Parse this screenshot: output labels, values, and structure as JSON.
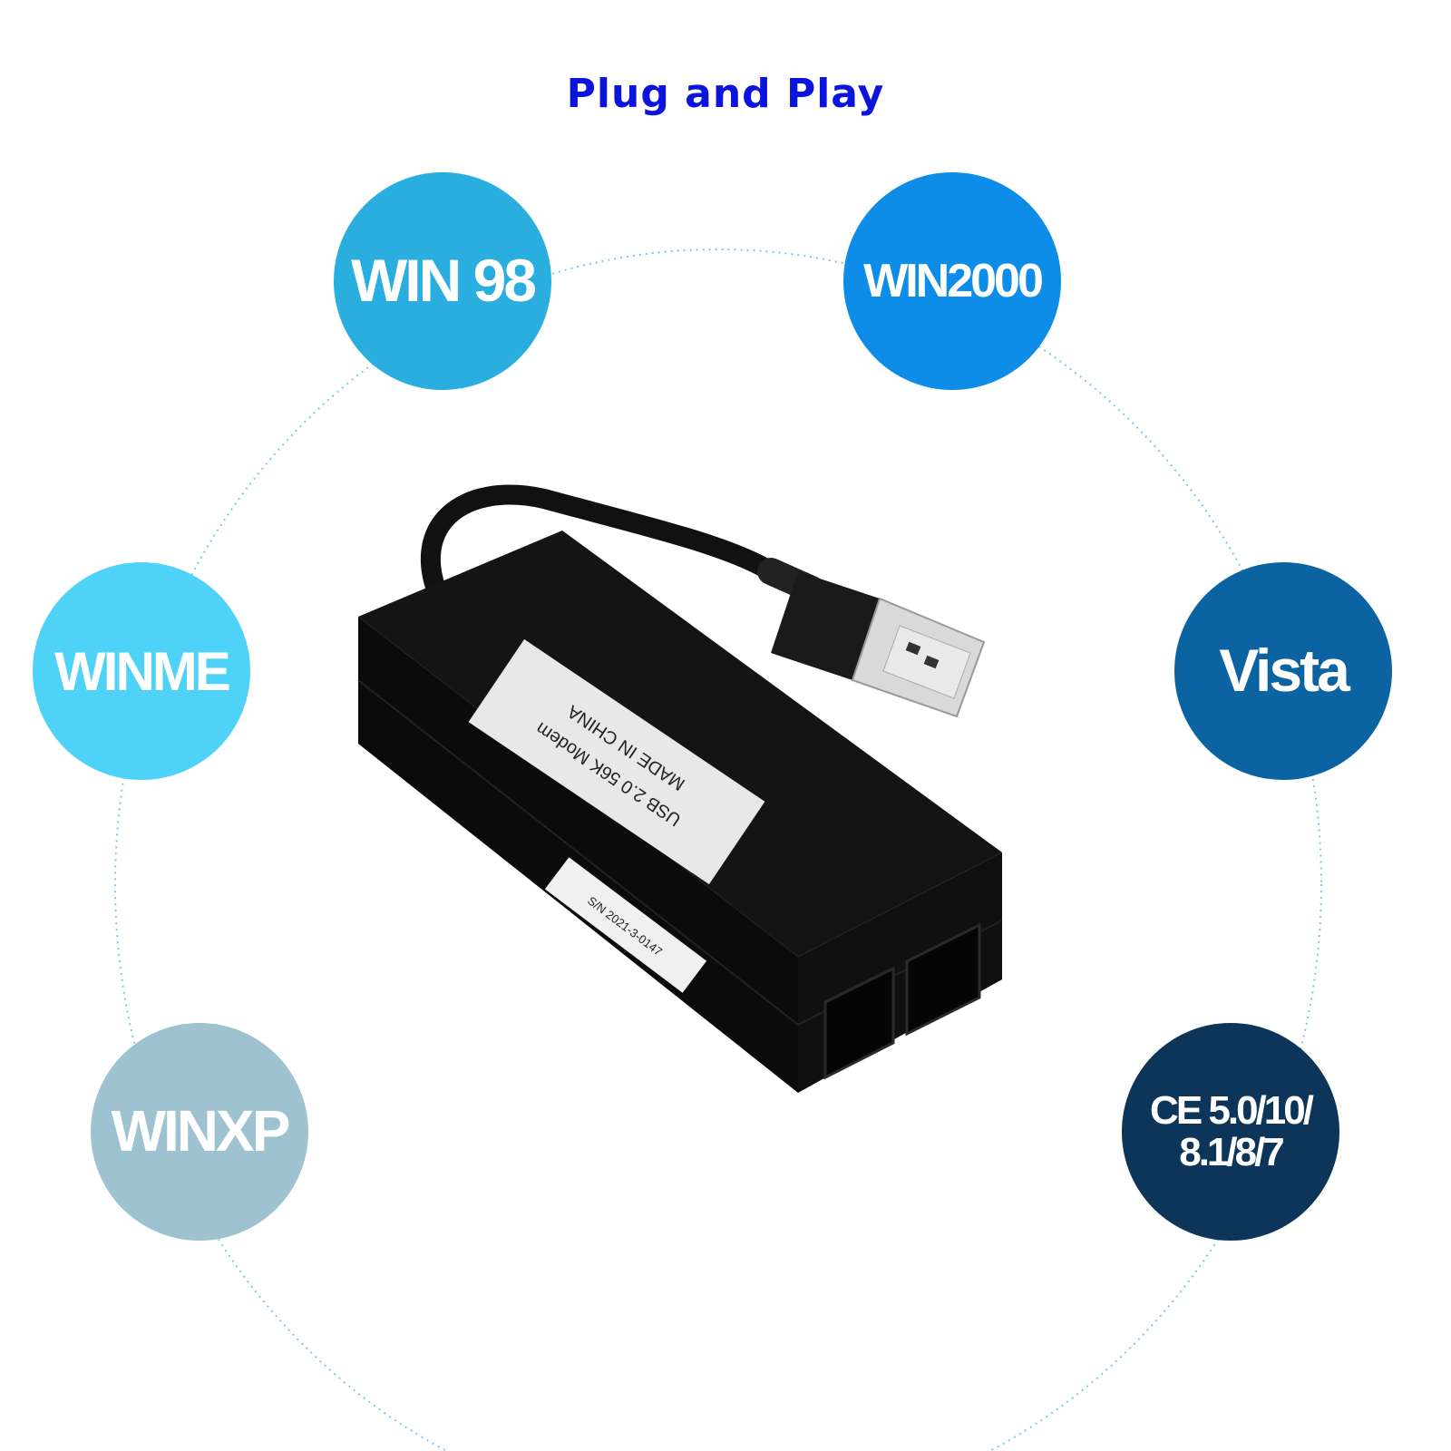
{
  "title": "Plug and Play",
  "os_badges": [
    {
      "id": "win98",
      "label": "WIN 98",
      "color": "#2aaee0"
    },
    {
      "id": "win2000",
      "label": "WIN2000",
      "color": "#0e8de8"
    },
    {
      "id": "winme",
      "label": "WINME",
      "color": "#4fd2f7"
    },
    {
      "id": "vista",
      "label": "Vista",
      "color": "#0c63a2"
    },
    {
      "id": "winxp",
      "label": "WINXP",
      "color": "#9ec2d0"
    },
    {
      "id": "ce",
      "label": "CE 5.0/10/\n8.1/8/7",
      "color": "#0c3559"
    }
  ],
  "product": {
    "label_line1": "USB 2.0 56K Modem",
    "label_line2": "MADE IN CHINA",
    "serial": "S/N 2021-3-0147"
  },
  "colors": {
    "title": "#0a14dc",
    "ring": "#7fc7ea",
    "device": "#111111"
  }
}
